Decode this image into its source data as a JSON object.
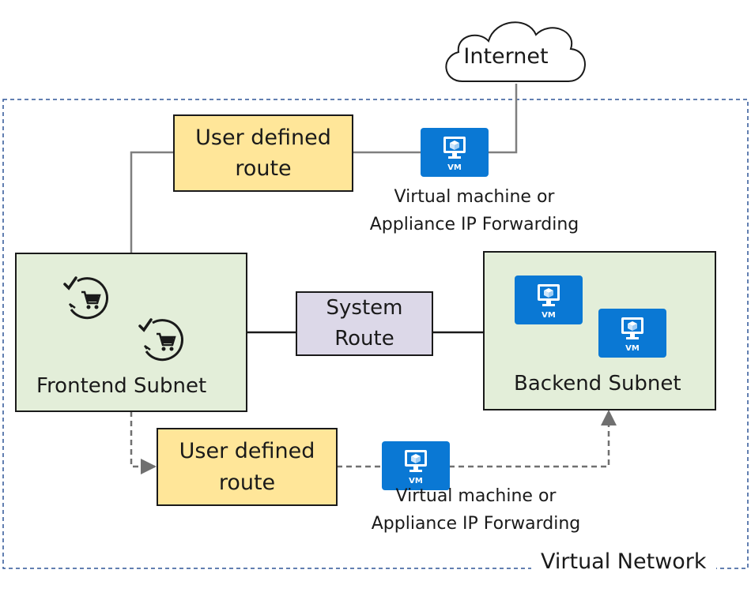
{
  "vnet": {
    "label": "Virtual Network"
  },
  "cloud": {
    "label": "Internet"
  },
  "udr_top": {
    "line1": "User defined",
    "line2": "route"
  },
  "udr_bottom": {
    "line1": "User defined",
    "line2": "route"
  },
  "system_route": {
    "line1": "System",
    "line2": "Route"
  },
  "frontend": {
    "label": "Frontend Subnet"
  },
  "backend": {
    "label": "Backend Subnet"
  },
  "appliance_top": {
    "line1": "Virtual machine or",
    "line2": "Appliance IP Forwarding"
  },
  "appliance_bottom": {
    "line1": "Virtual machine or",
    "line2": "Appliance IP Forwarding"
  },
  "vm_badge": "VM",
  "colors": {
    "udr_fill": "#ffe699",
    "system_route_fill": "#dcd8e8",
    "subnet_fill": "#e3eed9",
    "vm_blue": "#0a78d4",
    "vnet_border": "#2f5597"
  }
}
